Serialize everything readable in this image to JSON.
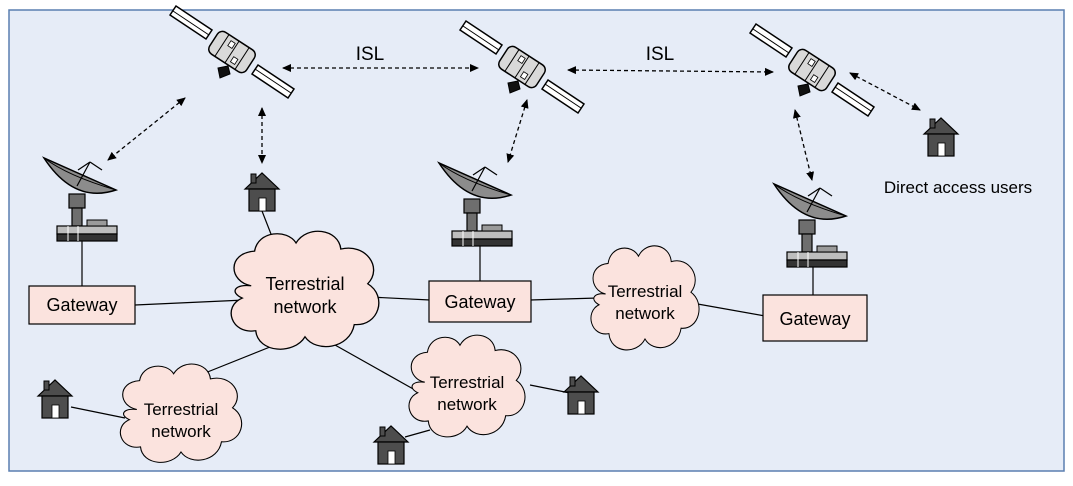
{
  "colors": {
    "background": "#e6ecf7",
    "border": "#5a7fb0",
    "gateway_fill": "#fbe3de",
    "cloud_fill": "#fbe3de",
    "house_fill": "#4d4d4d",
    "satellite_fill": "#d9d9d9",
    "dish_fill": "#8c8c8c",
    "line": "#000000"
  },
  "labels": {
    "isl_left": "ISL",
    "isl_right": "ISL",
    "direct_access": "Direct access users"
  },
  "gateways": [
    {
      "id": "gw-left",
      "label": "Gateway"
    },
    {
      "id": "gw-center",
      "label": "Gateway"
    },
    {
      "id": "gw-right",
      "label": "Gateway"
    }
  ],
  "clouds": [
    {
      "id": "cloud-center",
      "line1": "Terrestrial",
      "line2": "network"
    },
    {
      "id": "cloud-right",
      "line1": "Terrestrial",
      "line2": "network"
    },
    {
      "id": "cloud-bottom-left",
      "line1": "Terrestrial",
      "line2": "network"
    },
    {
      "id": "cloud-bottom-mid",
      "line1": "Terrestrial",
      "line2": "network"
    }
  ],
  "icons": {
    "satellite": "satellite-icon",
    "dish": "dish-antenna-icon",
    "house": "house-icon"
  }
}
